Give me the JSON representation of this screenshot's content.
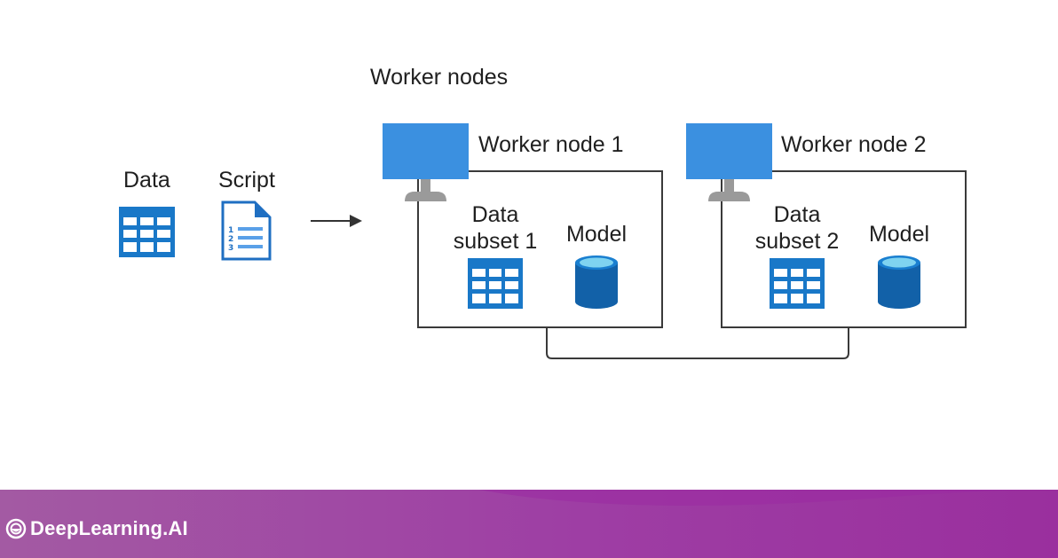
{
  "title": "Worker nodes",
  "inputs": {
    "data_label": "Data",
    "script_label": "Script"
  },
  "nodes": [
    {
      "label": "Worker node 1",
      "subset_line1": "Data",
      "subset_line2": "subset 1",
      "model_label": "Model"
    },
    {
      "label": "Worker node 2",
      "subset_line1": "Data",
      "subset_line2": "subset 2",
      "model_label": "Model"
    }
  ],
  "footer": {
    "brand": "DeepLearning.AI"
  },
  "colors": {
    "monitor": "#3b90e0",
    "stand": "#9a9a9a",
    "table_icon": "#1978c8",
    "cylinder": "#1261a8",
    "cylinder_top": "#7fd3f0",
    "footer_left": "#a35aa3",
    "footer_right": "#9a2f9e"
  },
  "icons": [
    "table-icon",
    "document-list-icon",
    "arrow-right-icon",
    "monitor-icon",
    "database-icon",
    "brand-logo-icon"
  ]
}
